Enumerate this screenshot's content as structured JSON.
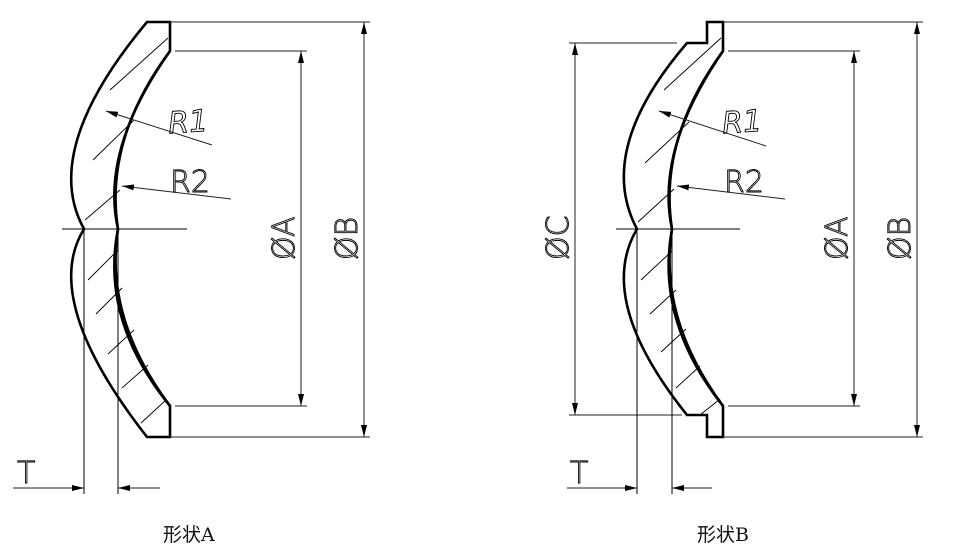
{
  "diagram": {
    "type": "lens cross-section engineering drawing",
    "figures": [
      {
        "id": "shape-a",
        "caption": "形状A",
        "labels": {
          "radius_outer": "R1",
          "radius_inner": "R2",
          "dia_inner": "ØA",
          "dia_outer": "ØB",
          "thickness": "T"
        }
      },
      {
        "id": "shape-b",
        "caption": "形状B",
        "labels": {
          "radius_outer": "R1",
          "radius_inner": "R2",
          "dia_inner": "ØA",
          "dia_outer": "ØB",
          "dia_step": "ØC",
          "thickness": "T"
        }
      }
    ]
  },
  "colors": {
    "line": "#000000",
    "background": "#ffffff"
  }
}
